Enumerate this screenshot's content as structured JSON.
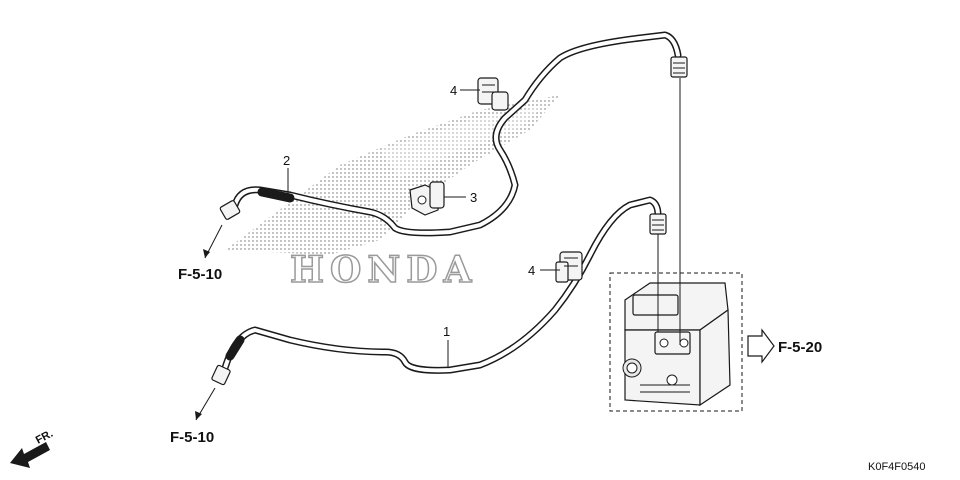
{
  "parts": [
    {
      "number": "1",
      "name": ""
    },
    {
      "number": "2",
      "name": ""
    },
    {
      "number": "3",
      "name": ""
    },
    {
      "number": "4",
      "name": ""
    }
  ],
  "callouts": {
    "upper_left": "4",
    "middle": "4",
    "pipe_upper": "2",
    "pipe_lower": "1",
    "clamp": "3"
  },
  "references": {
    "top_left": "F-5-10",
    "bottom_left": "F-5-10",
    "right": "F-5-20"
  },
  "watermark_text": "HONDA",
  "direction_marker": "FR.",
  "diagram_code": "K0F4F0540",
  "colors": {
    "line": "#1a1a1a",
    "watermark": "#9a9a9a",
    "background": "#ffffff"
  }
}
